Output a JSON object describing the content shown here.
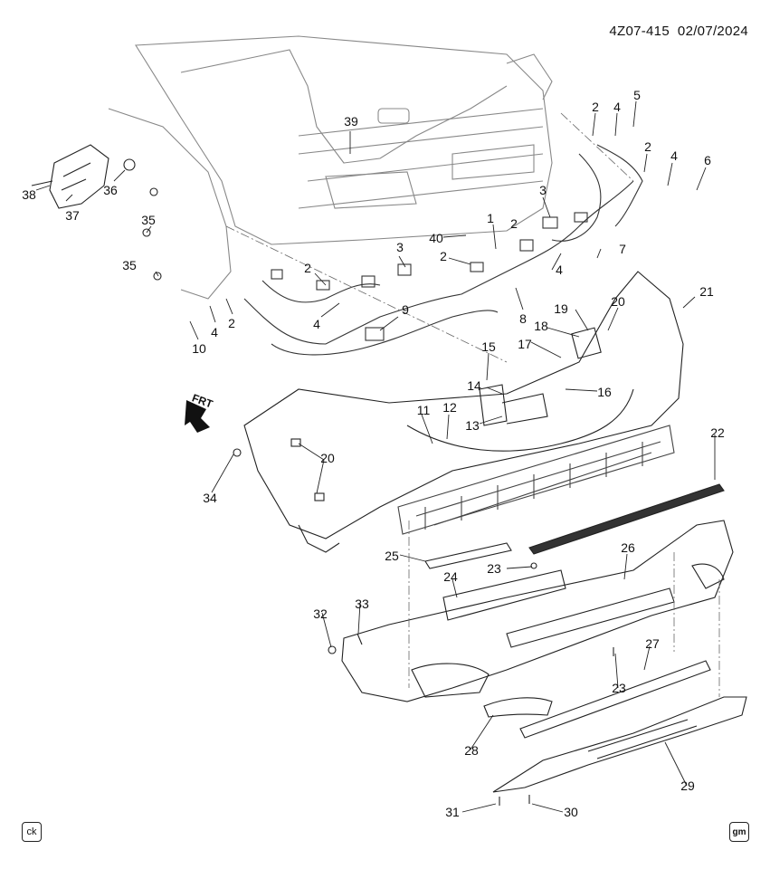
{
  "header": {
    "code": "4Z07-415",
    "date": "02/07/2024"
  },
  "direction_label": "FRT",
  "badges": {
    "left": "ck",
    "right": "gm"
  },
  "callouts": [
    {
      "id": "c38",
      "label": "38"
    },
    {
      "id": "c37",
      "label": "37"
    },
    {
      "id": "c36",
      "label": "36"
    },
    {
      "id": "c35a",
      "label": "35"
    },
    {
      "id": "c35b",
      "label": "35"
    },
    {
      "id": "c39",
      "label": "39"
    },
    {
      "id": "c2a",
      "label": "2"
    },
    {
      "id": "c4a",
      "label": "4"
    },
    {
      "id": "c5",
      "label": "5"
    },
    {
      "id": "c2b",
      "label": "2"
    },
    {
      "id": "c4b",
      "label": "4"
    },
    {
      "id": "c6",
      "label": "6"
    },
    {
      "id": "c3a",
      "label": "3"
    },
    {
      "id": "c1",
      "label": "1"
    },
    {
      "id": "c2c",
      "label": "2"
    },
    {
      "id": "c7",
      "label": "7"
    },
    {
      "id": "c4c",
      "label": "4"
    },
    {
      "id": "c2d",
      "label": "2"
    },
    {
      "id": "c8",
      "label": "8"
    },
    {
      "id": "c40",
      "label": "40"
    },
    {
      "id": "c3b",
      "label": "3"
    },
    {
      "id": "c2e",
      "label": "2"
    },
    {
      "id": "c4d",
      "label": "4"
    },
    {
      "id": "c9",
      "label": "9"
    },
    {
      "id": "c2f",
      "label": "2"
    },
    {
      "id": "c4e",
      "label": "4"
    },
    {
      "id": "c10",
      "label": "10"
    },
    {
      "id": "c20a",
      "label": "20"
    },
    {
      "id": "c21",
      "label": "21"
    },
    {
      "id": "c19",
      "label": "19"
    },
    {
      "id": "c18",
      "label": "18"
    },
    {
      "id": "c17",
      "label": "17"
    },
    {
      "id": "c15",
      "label": "15"
    },
    {
      "id": "c14",
      "label": "14"
    },
    {
      "id": "c16",
      "label": "16"
    },
    {
      "id": "c13",
      "label": "13"
    },
    {
      "id": "c11",
      "label": "11"
    },
    {
      "id": "c12",
      "label": "12"
    },
    {
      "id": "c20b",
      "label": "20"
    },
    {
      "id": "c34",
      "label": "34"
    },
    {
      "id": "c22",
      "label": "22"
    },
    {
      "id": "c25",
      "label": "25"
    },
    {
      "id": "c23a",
      "label": "23"
    },
    {
      "id": "c26",
      "label": "26"
    },
    {
      "id": "c24",
      "label": "24"
    },
    {
      "id": "c32",
      "label": "32"
    },
    {
      "id": "c33",
      "label": "33"
    },
    {
      "id": "c23b",
      "label": "23"
    },
    {
      "id": "c27",
      "label": "27"
    },
    {
      "id": "c28",
      "label": "28"
    },
    {
      "id": "c29",
      "label": "29"
    },
    {
      "id": "c31",
      "label": "31"
    },
    {
      "id": "c30",
      "label": "30"
    }
  ]
}
